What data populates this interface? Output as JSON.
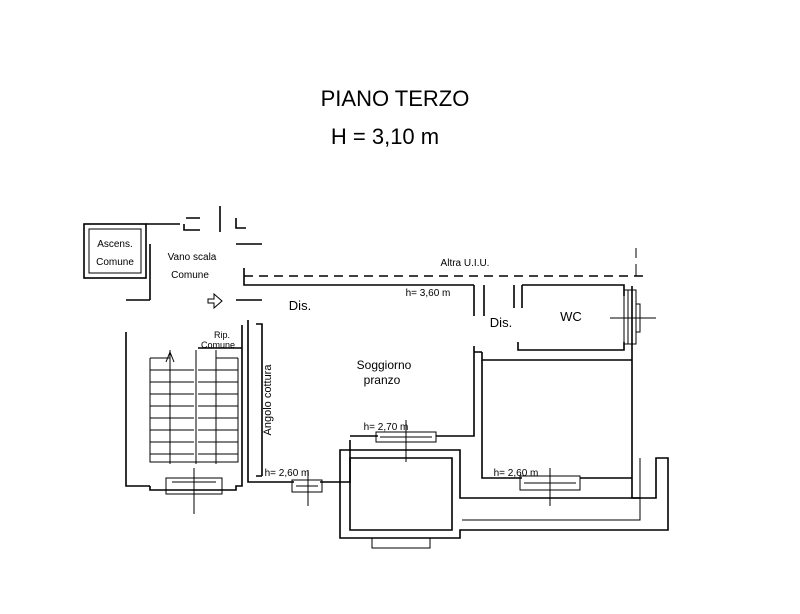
{
  "title": {
    "floor": "PIANO TERZO",
    "height": "H = 3,10 m"
  },
  "labels": {
    "lift_1": "Ascens.",
    "lift_2": "Comune",
    "stair_1": "Vano scala",
    "stair_2": "Comune",
    "neighbor": "Altra U.I.U.",
    "dis_1": "Dis.",
    "dis_2": "Dis.",
    "wc": "WC",
    "closet_1": "Rip.",
    "closet_2": "Comune",
    "kitchen": "Angolo cottura",
    "living_1": "Soggiorno",
    "living_2": "pranzo",
    "h_360": "h= 3,60 m",
    "h_270": "h= 2,70 m",
    "h_260_a": "h= 2,60 m",
    "h_260_b": "h= 2,60 m"
  }
}
